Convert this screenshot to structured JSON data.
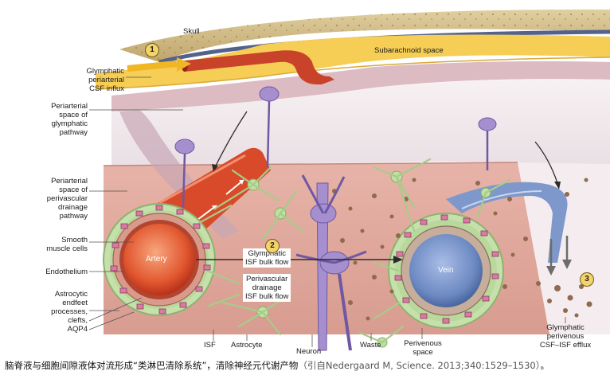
{
  "labels": {
    "skull": "Skull",
    "subarachnoid": "Subarachnoid space",
    "influx": "Glymphatic\nperiarterial\nCSF influx",
    "periarterial_glymphatic": "Periarterial\nspace of\nglymphatic\npathway",
    "periarterial_drainage": "Periarterial\nspace of\nperivascular\ndrainage\npathway",
    "smooth_muscle": "Smooth\nmuscle cells",
    "endothelium": "Endothelium",
    "astrocytic": "Astrocytic\nendfeet\nprocesses,\nclefts,\nAQP4",
    "artery": "Artery",
    "vein": "Vein",
    "glymphatic_flow": "Glymphatic\nISF bulk flow",
    "perivascular_flow": "Perivascular\ndrainage\nISF bulk flow",
    "isf": "ISF",
    "astrocyte": "Astrocyte",
    "neuron": "Neuron",
    "waste": "Waste",
    "perivenous": "Perivenous\nspace",
    "efflux": "Glymphatic\nperivenous\nCSF–ISF efflux"
  },
  "markers": {
    "m1": "1",
    "m2": "2",
    "m3": "3"
  },
  "caption": {
    "text": "脑脊液与细胞间隙液体对流形成“类淋巴清除系统”，清除神经元代谢产物",
    "cite": "（引自Nedergaard M, Science. 2013;340:1529–1530）",
    "end": "。"
  },
  "colors": {
    "skull": "#c9b27a",
    "subarachnoid": "#f3c64a",
    "tissue": "#e9b3a7",
    "artery": "#d94a2a",
    "vein": "#6c89c2",
    "astrocyte": "#bfe0a2",
    "neuron": "#a590cf"
  }
}
